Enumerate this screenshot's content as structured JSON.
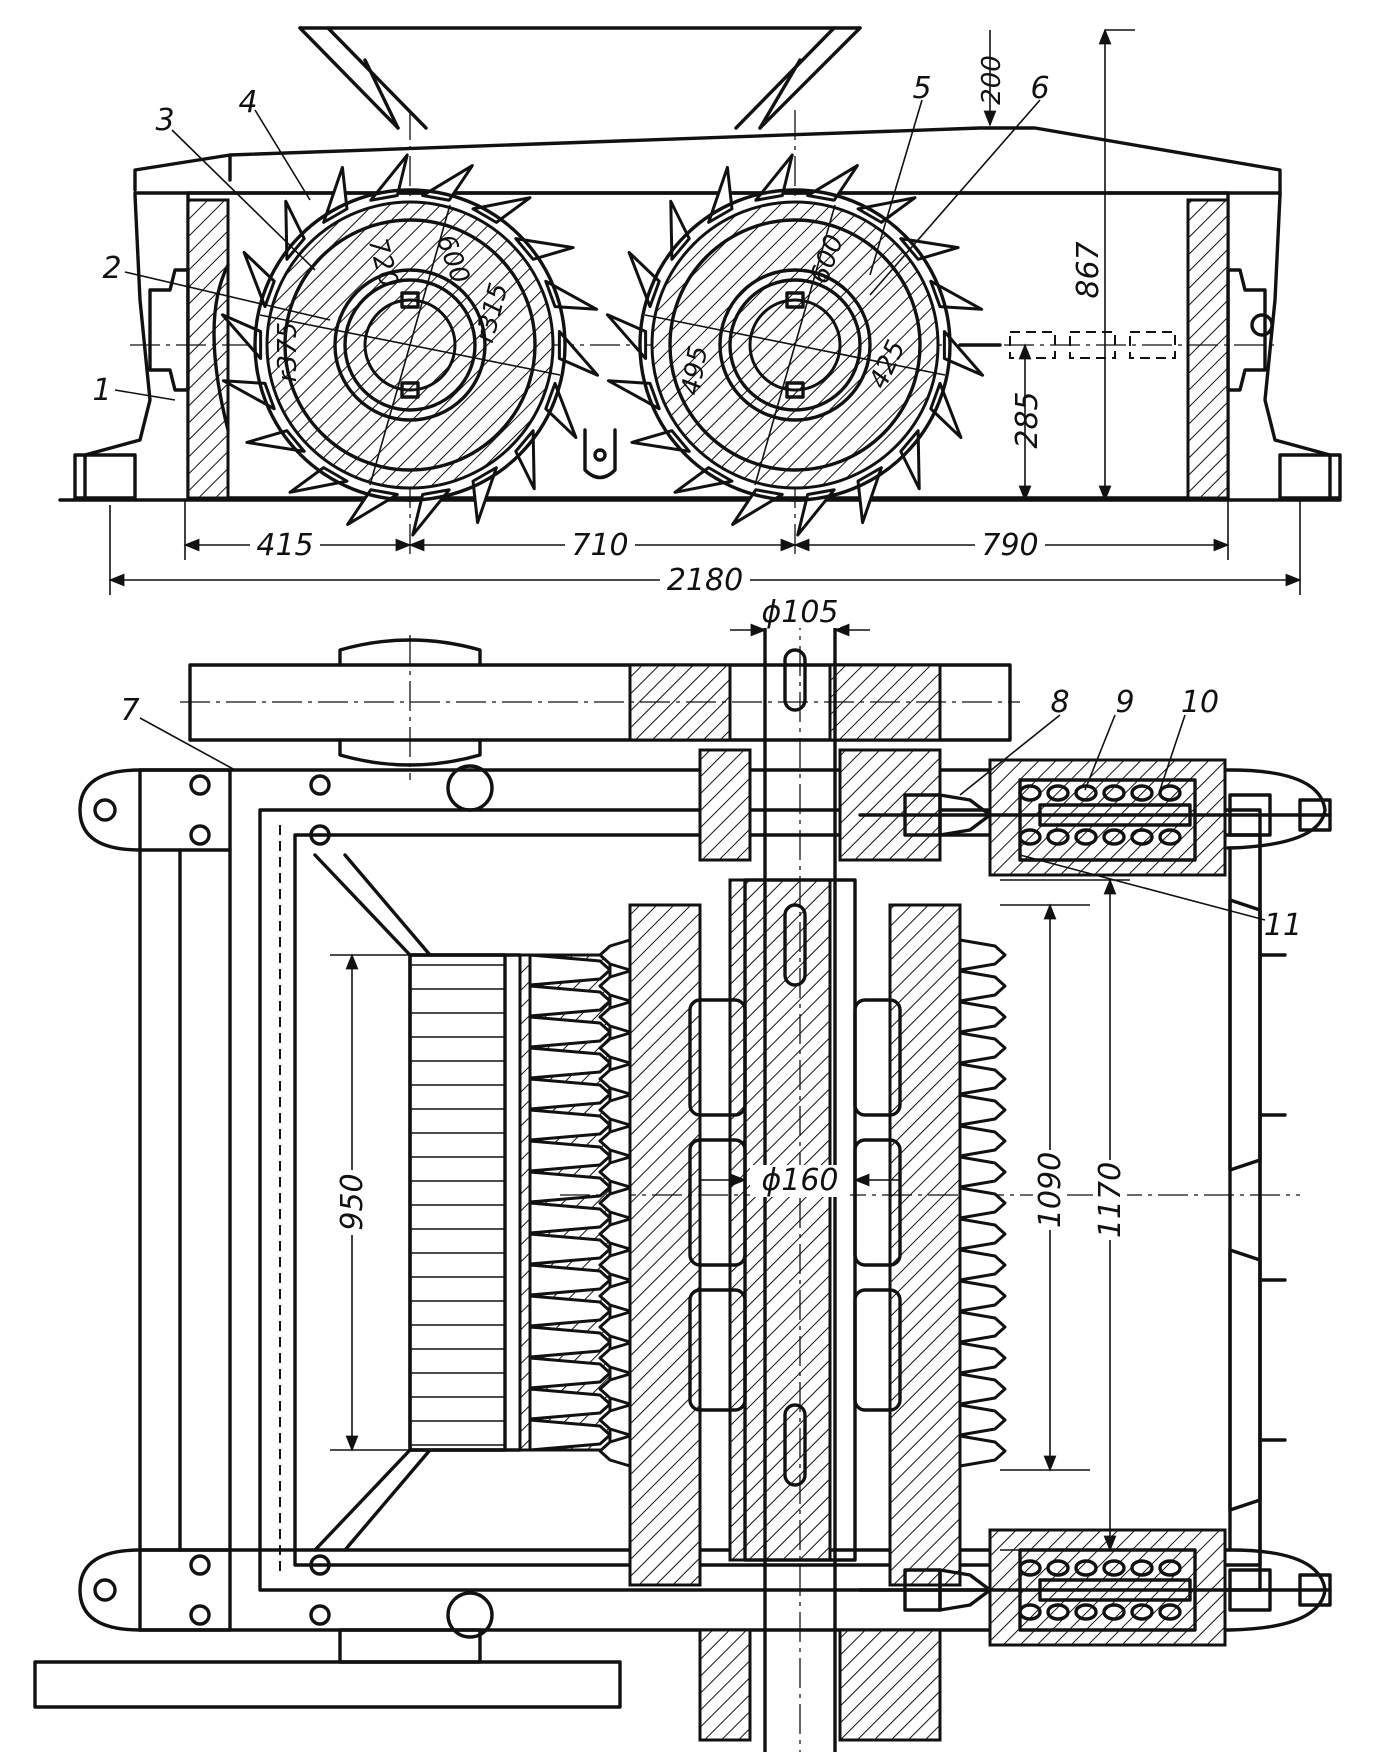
{
  "dimensions": {
    "d200": "200",
    "d867": "867",
    "d285": "285",
    "d415": "415",
    "d710": "710",
    "d790": "790",
    "d2180": "2180",
    "phi105": "ϕ105",
    "phi160": "ϕ160",
    "d950": "950",
    "d1090": "1090",
    "d1170": "1170",
    "r375": "r375",
    "r315": "r315",
    "d720": "720",
    "d600a": "600",
    "d600b": "600",
    "d495": "495",
    "d425": "425"
  },
  "callouts": [
    "1",
    "2",
    "3",
    "4",
    "5",
    "6",
    "7",
    "8",
    "9",
    "10",
    "11"
  ]
}
